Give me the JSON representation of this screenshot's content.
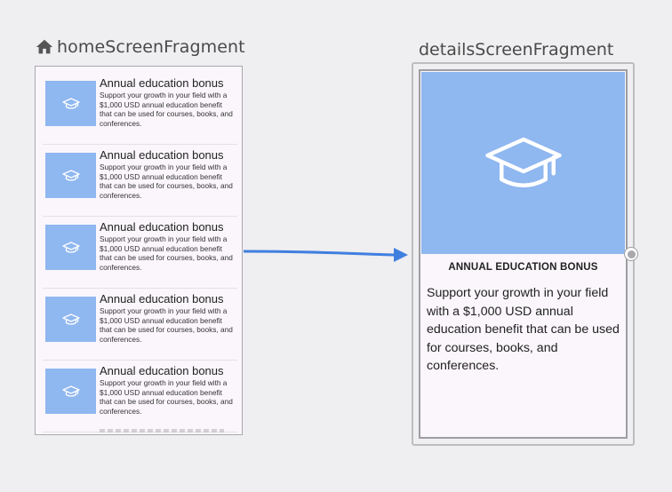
{
  "home": {
    "title": "homeScreenFragment",
    "icon": "home-icon",
    "items": [
      {
        "title": "Annual education bonus",
        "desc": "Support your growth in your field with a $1,000 USD annual education benefit that can be used for courses, books, and conferences."
      },
      {
        "title": "Annual education bonus",
        "desc": "Support your growth in your field with a $1,000 USD annual education benefit that can be used for courses, books, and conferences."
      },
      {
        "title": "Annual education bonus",
        "desc": "Support your growth in your field with a $1,000 USD annual education benefit that can be used for courses, books, and conferences."
      },
      {
        "title": "Annual education bonus",
        "desc": "Support your growth in your field with a $1,000 USD annual education benefit that can be used for courses, books, and conferences."
      },
      {
        "title": "Annual education bonus",
        "desc": "Support your growth in your field with a $1,000 USD annual education benefit that can be used for courses, books, and conferences."
      }
    ]
  },
  "details": {
    "title": "detailsScreenFragment",
    "heading": "ANNUAL EDUCATION BONUS",
    "body": "Support your growth in your field with a $1,000 USD annual education benefit that can be used for courses, books, and conferences.",
    "icon": "graduation-cap-icon"
  },
  "colors": {
    "accent": "#3f7fe0",
    "thumb": "#8fb7f0",
    "background": "#efeef0",
    "surface": "#faf6fb"
  }
}
